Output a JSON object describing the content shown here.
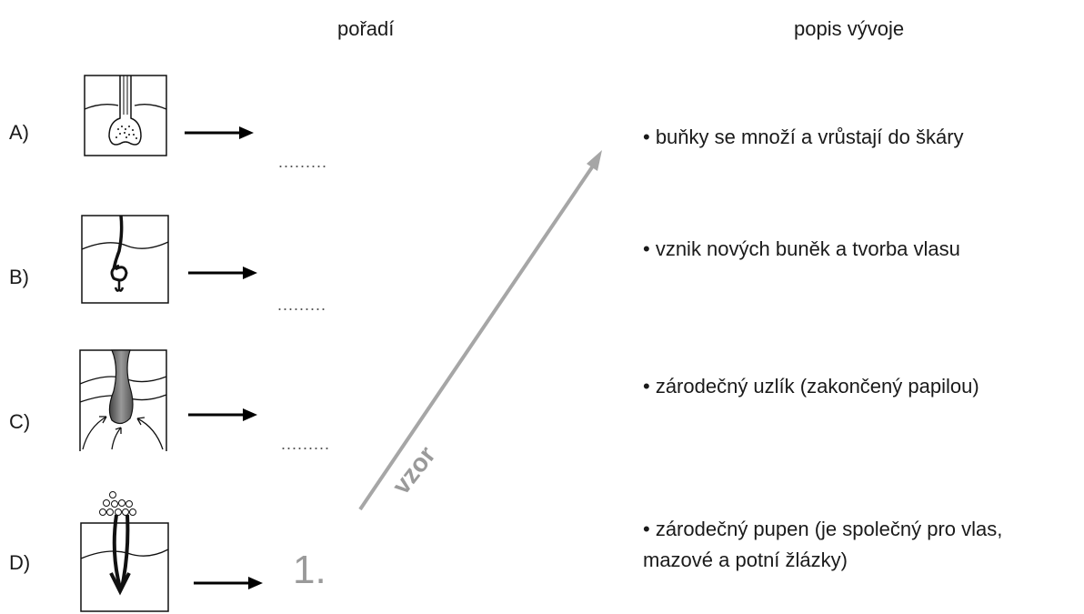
{
  "headers": {
    "order": "pořadí",
    "description": "popis vývoje"
  },
  "rows": [
    {
      "label": "A)",
      "blank": "........."
    },
    {
      "label": "B)",
      "blank": "........."
    },
    {
      "label": "C)",
      "blank": "........."
    },
    {
      "label": "D)",
      "sample_answer": "1."
    }
  ],
  "descriptions": [
    "• buňky se množí a vrůstají do škáry",
    "• vznik nových buněk a tvorba vlasu",
    "• zárodečný uzlík (zakončený papilou)",
    "• zárodečný pupen (je společný pro vlas, mazové a potní žlázky)"
  ],
  "sample_tag": "vzor",
  "colors": {
    "text": "#1a1a1a",
    "sample": "#9a9a9a",
    "accent_gray": "#a6a6a6"
  }
}
